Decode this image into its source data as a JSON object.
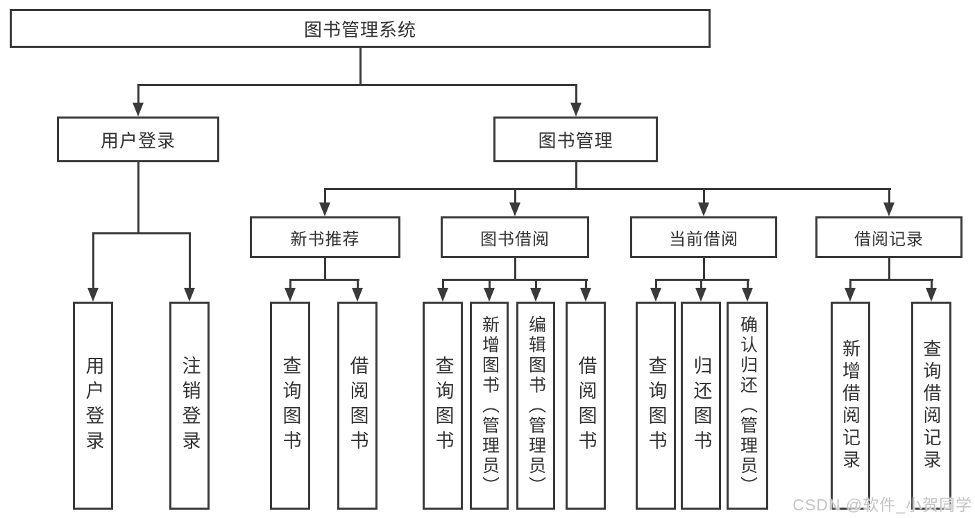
{
  "tree": {
    "root": "图书管理系统",
    "user_login": "用户登录",
    "book_mgmt": "图书管理",
    "new_books": "新书推荐",
    "book_borrow": "图书借阅",
    "current_borrow": "当前借阅",
    "borrow_records": "借阅记录",
    "leaves_user": [
      "用户登录",
      "注销登录"
    ],
    "leaves_new": [
      "查询图书",
      "借阅图书"
    ],
    "leaves_borrow": [
      "查询图书",
      "新增图书（管理员）",
      "编辑图书（管理员）",
      "借阅图书"
    ],
    "leaves_current": [
      "查询图书",
      "归还图书",
      "确认归还（管理员）"
    ],
    "leaves_records": [
      "新增借阅记录",
      "查询借阅记录"
    ]
  },
  "watermark": "CSDN @软件_小贺同学",
  "colors": {
    "line": "#3a3a3a",
    "text": "#333333",
    "background": "#ffffff",
    "watermark": "#c5c5c5"
  }
}
